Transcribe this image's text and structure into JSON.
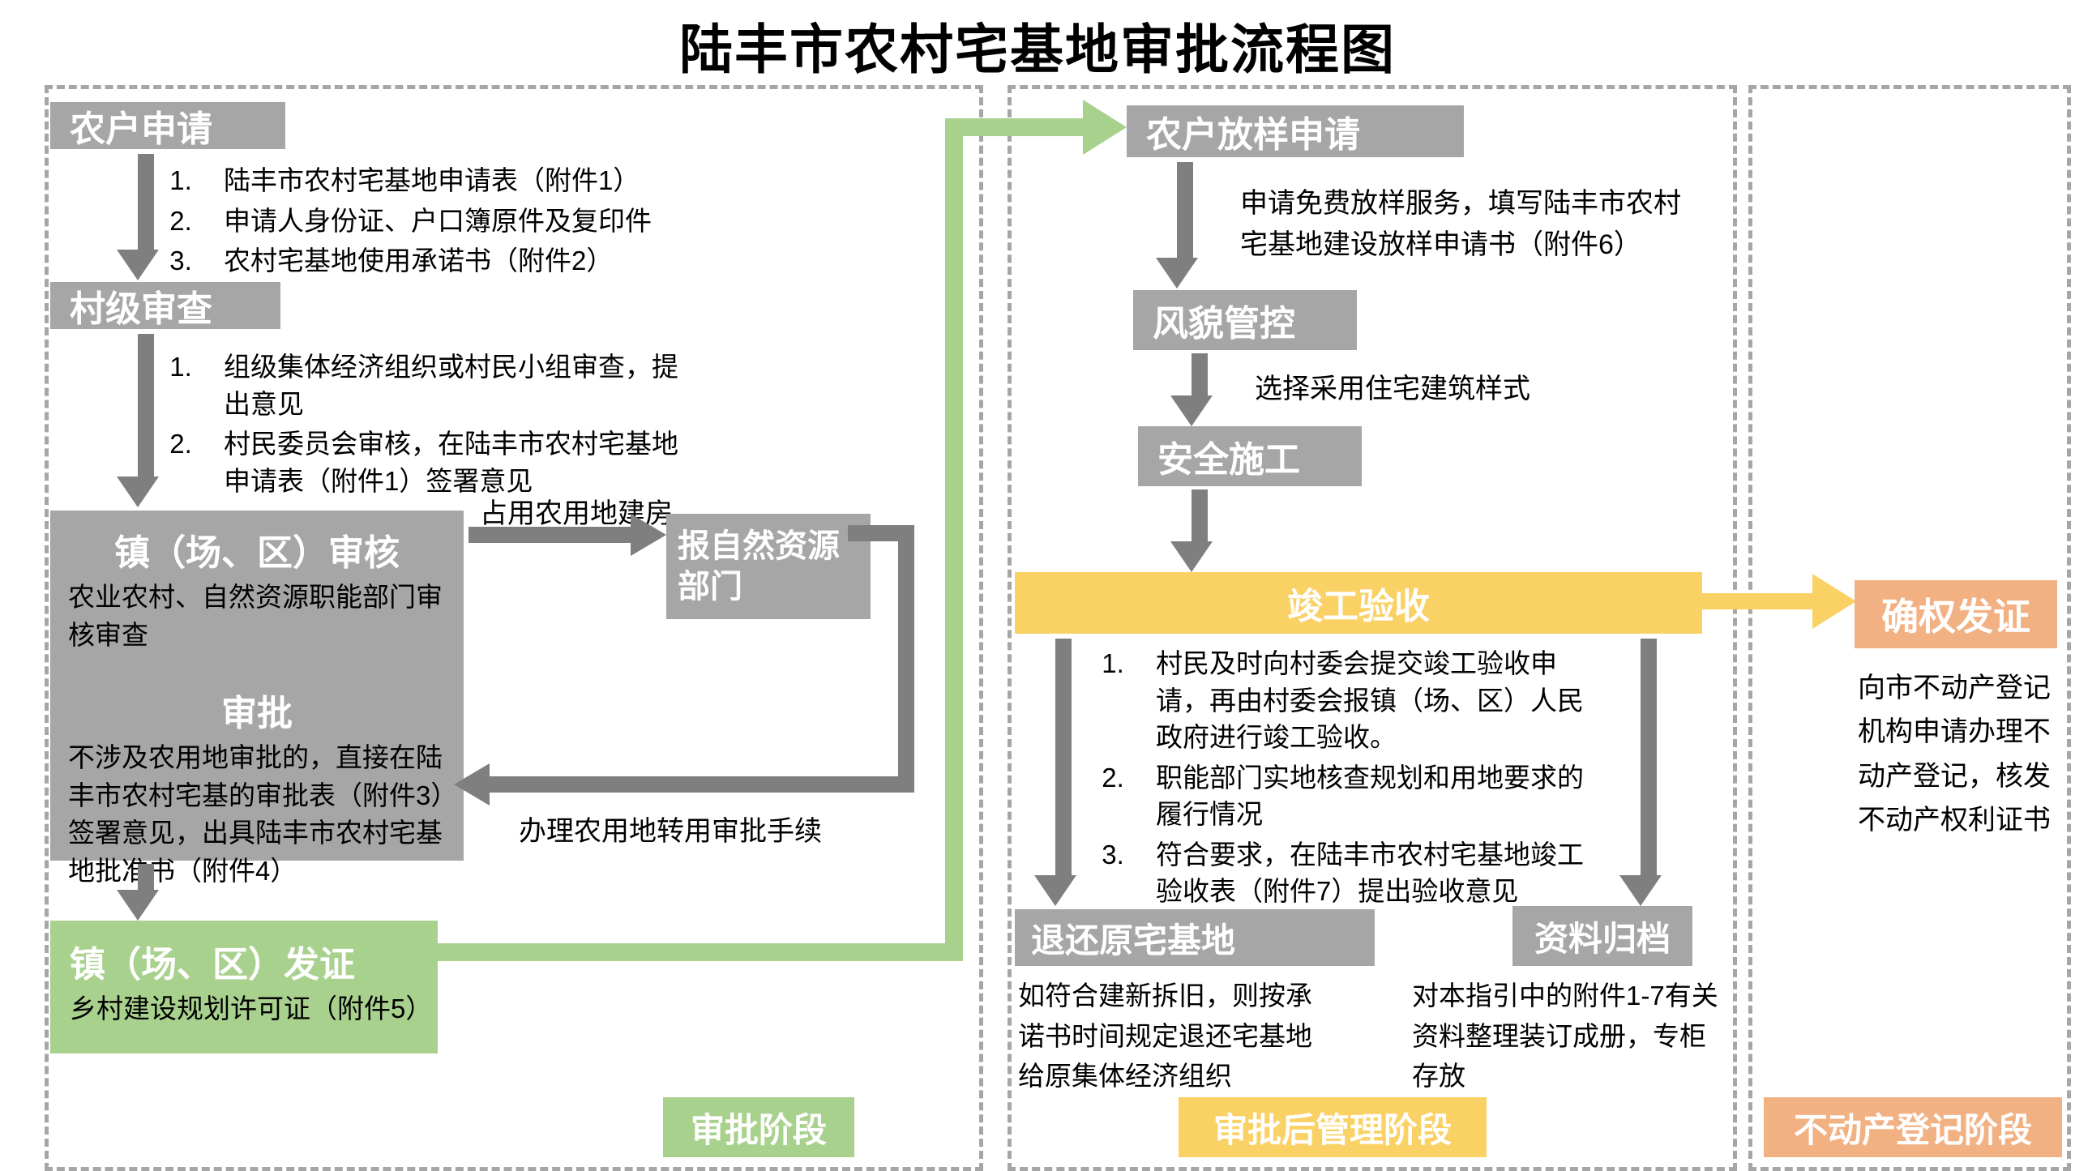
{
  "title": "陆丰市农村宅基地审批流程图",
  "colors": {
    "box_gray": "#a6a6a6",
    "arrow_gray": "#7f7f7f",
    "green": "#a9d18e",
    "yellow": "#fad164",
    "orange": "#f2b183"
  },
  "left_panel": {
    "badge": "审批阶段",
    "farmer_apply": {
      "label": "农户申请",
      "items": [
        "陆丰市农村宅基地申请表（附件1）",
        "申请人身份证、户口簿原件及复印件",
        "农村宅基地使用承诺书（附件2）"
      ]
    },
    "village_review": {
      "label": "村级审查",
      "items": [
        "组级集体经济组织或村民小组审查，提出意见",
        "村民委员会审核，在陆丰市农村宅基地申请表（附件1）签署意见"
      ]
    },
    "town_review": {
      "label": "镇（场、区）审核",
      "sub1": "农业农村、自然资源职能部门审核审查",
      "approval_label": "审批",
      "sub2": "不涉及农用地审批的，直接在陆丰市农村宅基的审批表（附件3）签署意见，出具陆丰市农村宅基地批准书（附件4）"
    },
    "natural_resources": {
      "label": "报自然资源部门"
    },
    "town_issue": {
      "label": "镇（场、区）发证",
      "sub": "乡村建设规划许可证（附件5）"
    },
    "occupy_farmland_label": "占用农用地建房",
    "farmland_conversion_label": "办理农用地转用审批手续"
  },
  "middle_panel": {
    "badge": "审批后管理阶段",
    "layout_apply": {
      "label": "农户放样申请",
      "note": "申请免费放样服务，填写陆丰市农村宅基地建设放样申请书（附件6）"
    },
    "style_control": {
      "label": "风貌管控",
      "note": "选择采用住宅建筑样式"
    },
    "safe_construction": {
      "label": "安全施工"
    },
    "completion_acceptance": {
      "label": "竣工验收",
      "items": [
        "村民及时向村委会提交竣工验收申请，再由村委会报镇（场、区）人民政府进行竣工验收。",
        "职能部门实地核查规划和用地要求的履行情况",
        "符合要求，在陆丰市农村宅基地竣工验收表（附件7）提出验收意见"
      ]
    },
    "return_homestead": {
      "label": "退还原宅基地",
      "note": "如符合建新拆旧，则按承诺书时间规定退还宅基地给原集体经济组织"
    },
    "archive": {
      "label": "资料归档",
      "note": "对本指引中的附件1-7有关资料整理装订成册，专柜存放"
    }
  },
  "right_panel": {
    "badge": "不动产登记阶段",
    "certification": {
      "label": "确权发证",
      "note": "向市不动产登记机构申请办理不动产登记，核发不动产权利证书"
    }
  }
}
